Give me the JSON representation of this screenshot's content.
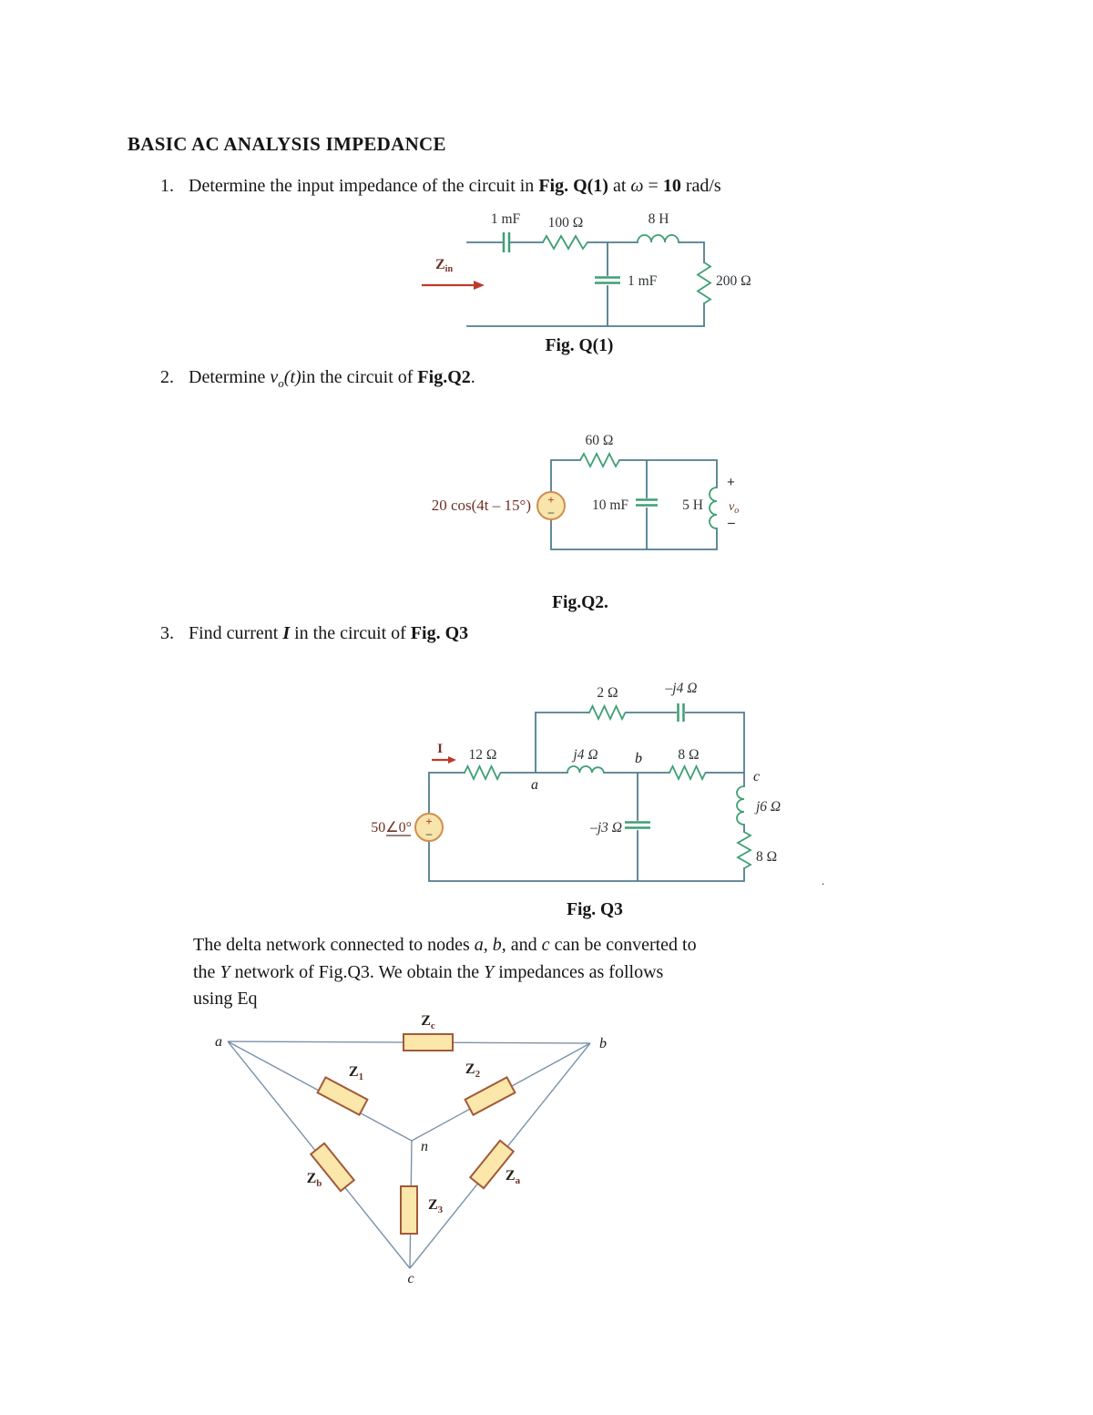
{
  "colors": {
    "wire": "#4f7d8e",
    "comp": "#3f9f74",
    "ink": "#2f3336",
    "maroon": "#6e3226",
    "red": "#bf3a2b",
    "dline": "#7b93a8",
    "boxfill": "#fbe7a9",
    "boxstroke": "#a2593a",
    "srcfill": "#f8e5ab",
    "srcstroke": "#d28c4e"
  },
  "page": {
    "title": "BASIC AC ANALYSIS IMPEDANCE"
  },
  "item1": {
    "num": "1.",
    "s1": "Determine the input impedance of the circuit in ",
    "s2": "Fig. Q(1)",
    "s3": " at ",
    "s4": "ω",
    "s5": " = ",
    "s6": "10",
    "s7": " rad/s"
  },
  "item2": {
    "num": "2.",
    "s1": "Determine ",
    "s2": "v",
    "s3": "o",
    "s4": "(t)",
    "s5": "in the circuit of ",
    "s6": "Fig.Q2",
    "s7": "."
  },
  "item3": {
    "num": "3.",
    "s1": "Find current ",
    "s2": "I",
    "s3": " in the circuit of ",
    "s4": "Fig. Q3"
  },
  "para": {
    "l1s1": "The delta network connected to nodes ",
    "l1a": "a",
    "l1s2": ", ",
    "l1b": "b",
    "l1s3": ", and ",
    "l1c": "c",
    "l1s4": " can be converted to",
    "l2s1": "the ",
    "l2y1": "Y",
    "l2s2": " network of Fig.Q3. We obtain the ",
    "l2y2": "Y",
    "l2s3": " impedances as follows",
    "l3": "using Eq"
  },
  "figq1": {
    "caption": "Fig. Q(1)",
    "cap1": "1 mF",
    "r100": "100 Ω",
    "l8": "8 H",
    "cap2": "1 mF",
    "r200": "200 Ω",
    "zin": "Z",
    "zinsub": "in"
  },
  "figq2": {
    "caption": "Fig.Q2.",
    "src": "20 cos(4t – 15°)",
    "r60": "60 Ω",
    "c10": "10 mF",
    "l5": "5 H",
    "plus": "+",
    "vo": "v",
    "vosub": "o",
    "minus": "–",
    "srcplus": "+",
    "srcminus": "–"
  },
  "figq3": {
    "caption": "Fig. Q3",
    "src": "50∠0°",
    "i": "I",
    "r12": "12 Ω",
    "r2": "2 Ω",
    "cj4": "–j4 Ω",
    "lj4": "j4 Ω",
    "r8": "8 Ω",
    "cj3": "–j3 Ω",
    "lj6": "j6 Ω",
    "r8v": "8 Ω",
    "na": "a",
    "nb": "b",
    "nc": "c",
    "dot": ".",
    "srcplus": "+",
    "srcminus": "–"
  },
  "delta": {
    "zc": "Z",
    "zcsub": "c",
    "z1": "Z",
    "z1sub": "1",
    "z2": "Z",
    "z2sub": "2",
    "zb": "Z",
    "zbsub": "b",
    "za": "Z",
    "zasub": "a",
    "z3": "Z",
    "z3sub": "3",
    "na": "a",
    "nb": "b",
    "nn": "n",
    "nc": "c"
  }
}
